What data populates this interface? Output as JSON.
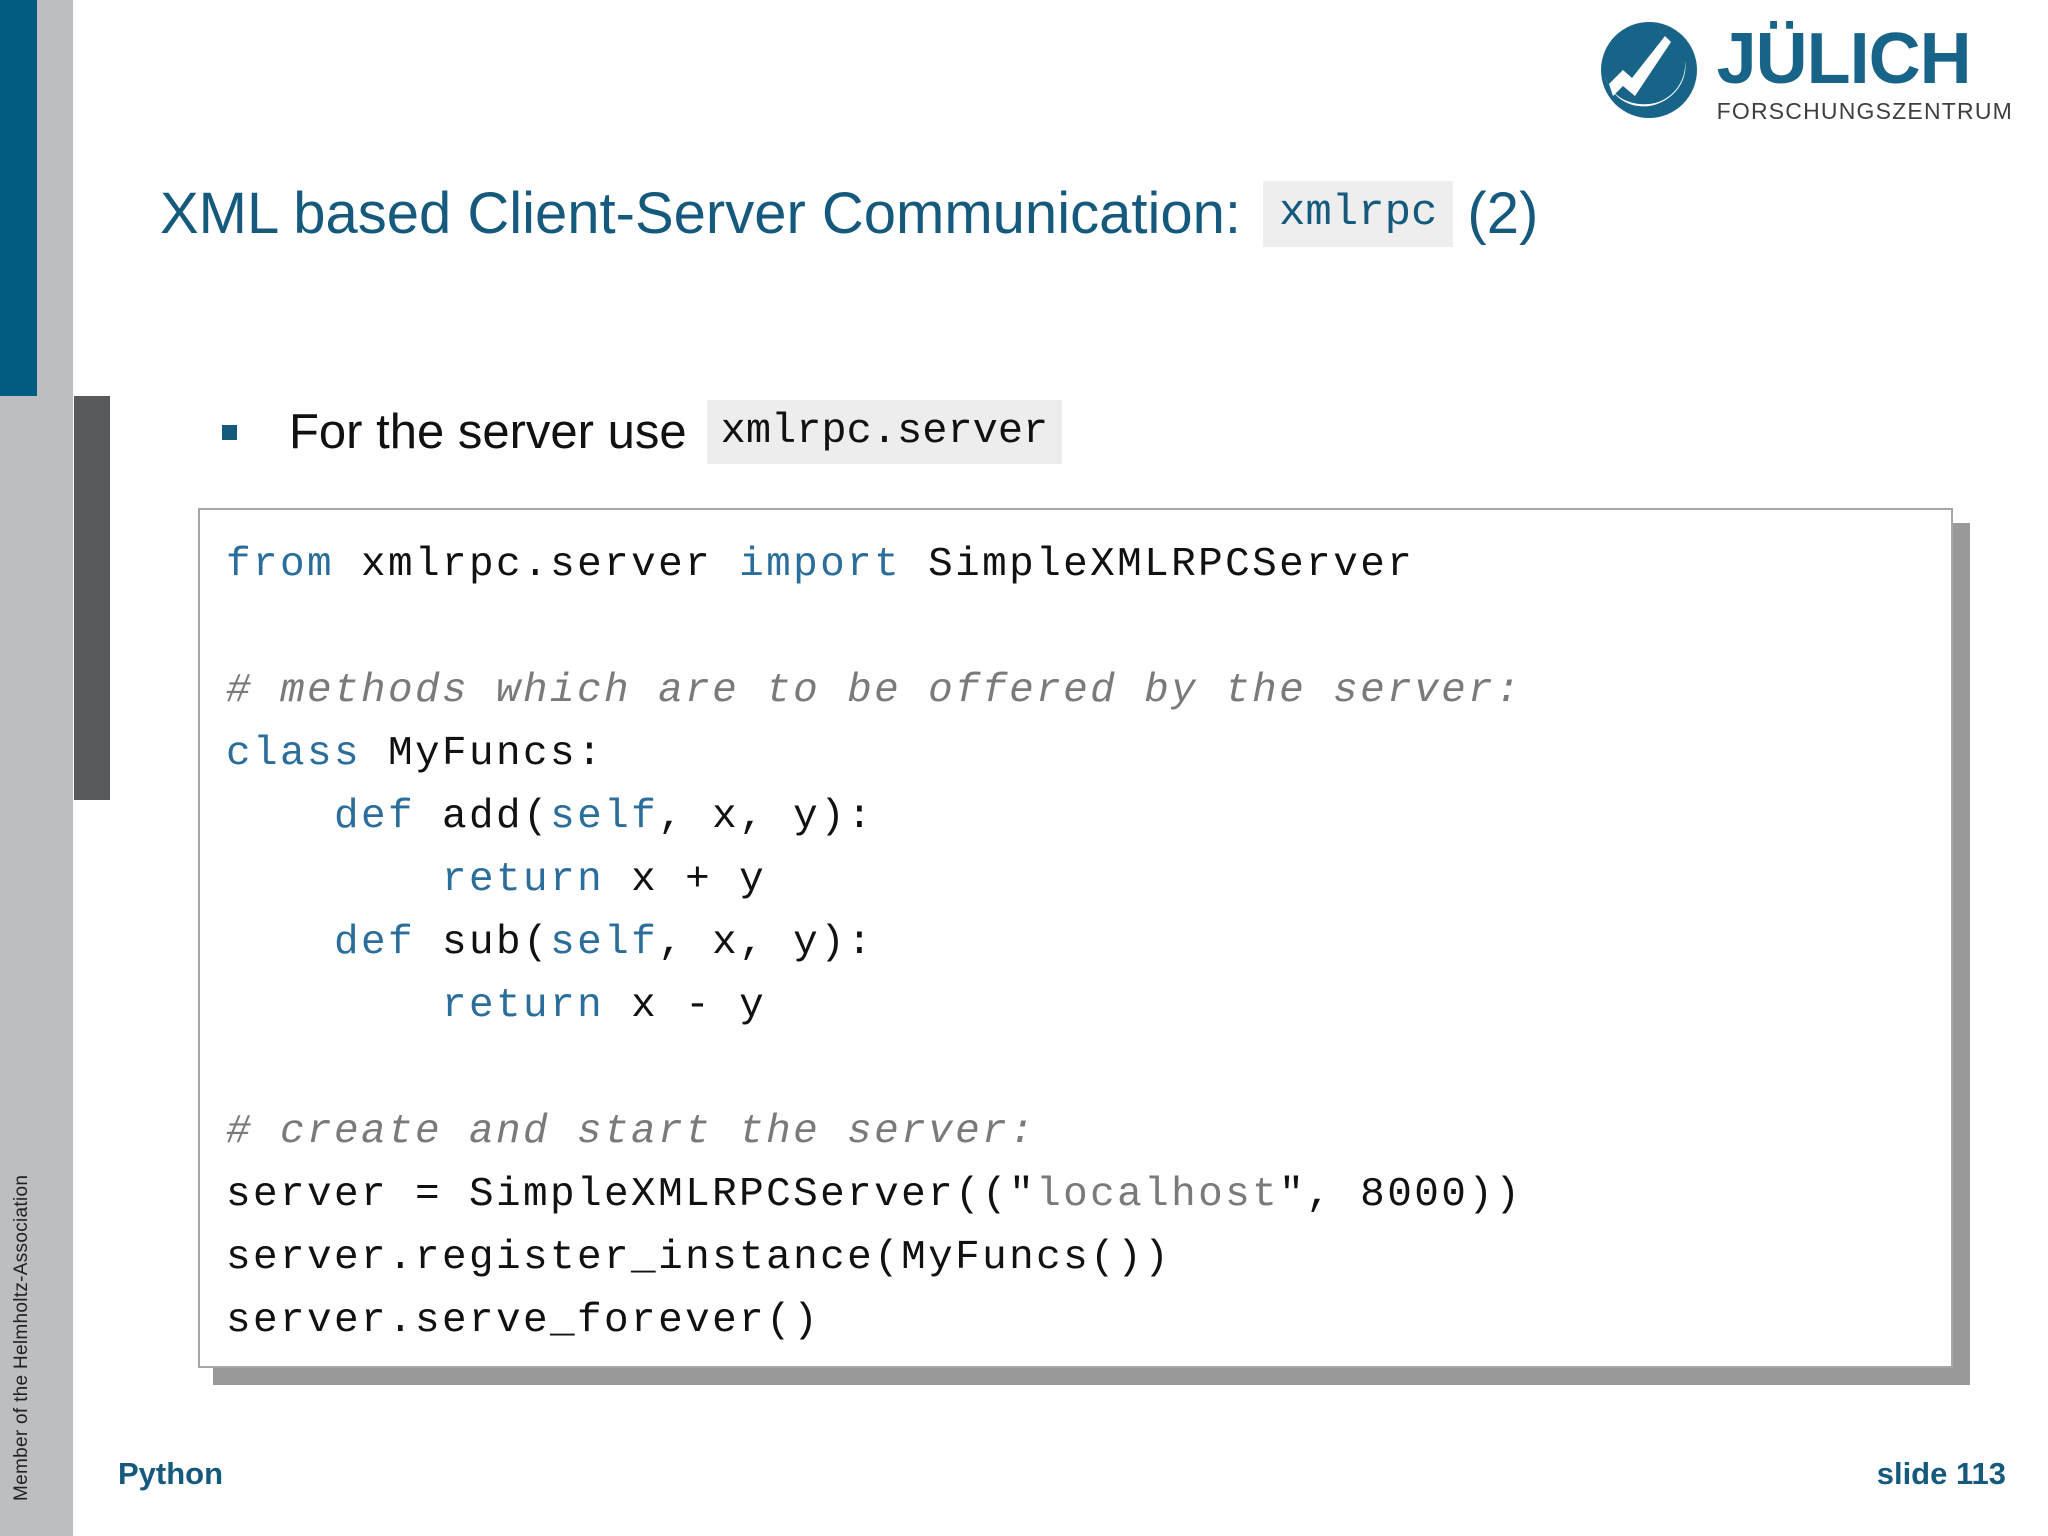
{
  "branding": {
    "logo_wordmark": "JÜLICH",
    "logo_subtitle": "FORSCHUNGSZENTRUM",
    "logo_color": "#186489",
    "accent_color": "#15597d",
    "sidebar_blue": "#015b82",
    "sidebar_grey": "#bcbec0",
    "sidebar_dark": "#58595b"
  },
  "sidebar": {
    "vertical_label": "Member of the Helmholtz-Association"
  },
  "title": {
    "main": "XML based Client-Server Communication:",
    "code_badge": "xmlrpc",
    "suffix": "(2)"
  },
  "bullet": {
    "text": "For the server use",
    "code_badge": "xmlrpc.server"
  },
  "code": {
    "language": "python",
    "lines": [
      [
        {
          "t": "from",
          "c": "kw"
        },
        {
          "t": " xmlrpc.server ",
          "c": "pl"
        },
        {
          "t": "import",
          "c": "kw"
        },
        {
          "t": " SimpleXMLRPCServer",
          "c": "pl"
        }
      ],
      [],
      [
        {
          "t": "# methods which are to be offered by the server:",
          "c": "cm"
        }
      ],
      [
        {
          "t": "class",
          "c": "kw"
        },
        {
          "t": " MyFuncs:",
          "c": "pl"
        }
      ],
      [
        {
          "t": "    ",
          "c": "pl"
        },
        {
          "t": "def",
          "c": "kw"
        },
        {
          "t": " add(",
          "c": "pl"
        },
        {
          "t": "self",
          "c": "kw"
        },
        {
          "t": ", x, y):",
          "c": "pl"
        }
      ],
      [
        {
          "t": "        ",
          "c": "pl"
        },
        {
          "t": "return",
          "c": "kw"
        },
        {
          "t": " x + y",
          "c": "pl"
        }
      ],
      [
        {
          "t": "    ",
          "c": "pl"
        },
        {
          "t": "def",
          "c": "kw"
        },
        {
          "t": " sub(",
          "c": "pl"
        },
        {
          "t": "self",
          "c": "kw"
        },
        {
          "t": ", x, y):",
          "c": "pl"
        }
      ],
      [
        {
          "t": "        ",
          "c": "pl"
        },
        {
          "t": "return",
          "c": "kw"
        },
        {
          "t": " x - y",
          "c": "pl"
        }
      ],
      [],
      [
        {
          "t": "# create and start the server:",
          "c": "cm"
        }
      ],
      [
        {
          "t": "server = SimpleXMLRPCServer((\"",
          "c": "pl"
        },
        {
          "t": "localhost",
          "c": "st"
        },
        {
          "t": "\", 8000))",
          "c": "pl"
        }
      ],
      [
        {
          "t": "server.register_instance(MyFuncs())",
          "c": "pl"
        }
      ],
      [
        {
          "t": "server.serve_forever()",
          "c": "pl"
        }
      ]
    ]
  },
  "footer": {
    "left": "Python",
    "right": "slide 113"
  }
}
